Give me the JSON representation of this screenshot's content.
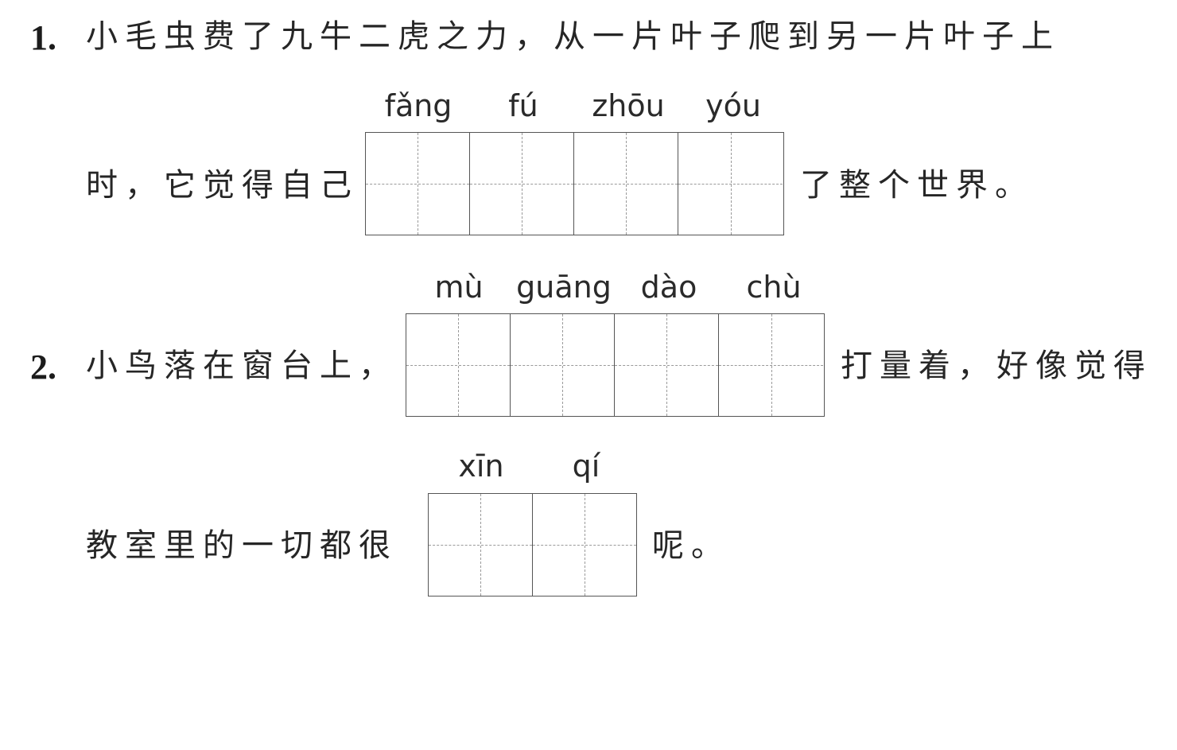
{
  "q1": {
    "number": "1.",
    "line1": "小毛虫费了九牛二虎之力，从一片叶子爬到另一片叶子上",
    "before": "时，它觉得自己",
    "pinyin": [
      "fǎng",
      "fú",
      "zhōu",
      "yóu"
    ],
    "after": "了整个世界。"
  },
  "q2": {
    "number": "2.",
    "before": "小鸟落在窗台上，",
    "pinyin": [
      "mù",
      "guāng",
      "dào",
      "chù"
    ],
    "after": "打量着，好像觉得",
    "line2_before": "教室里的一切都很",
    "pinyin2": [
      "xīn",
      "qí"
    ],
    "line2_after": "呢。"
  }
}
